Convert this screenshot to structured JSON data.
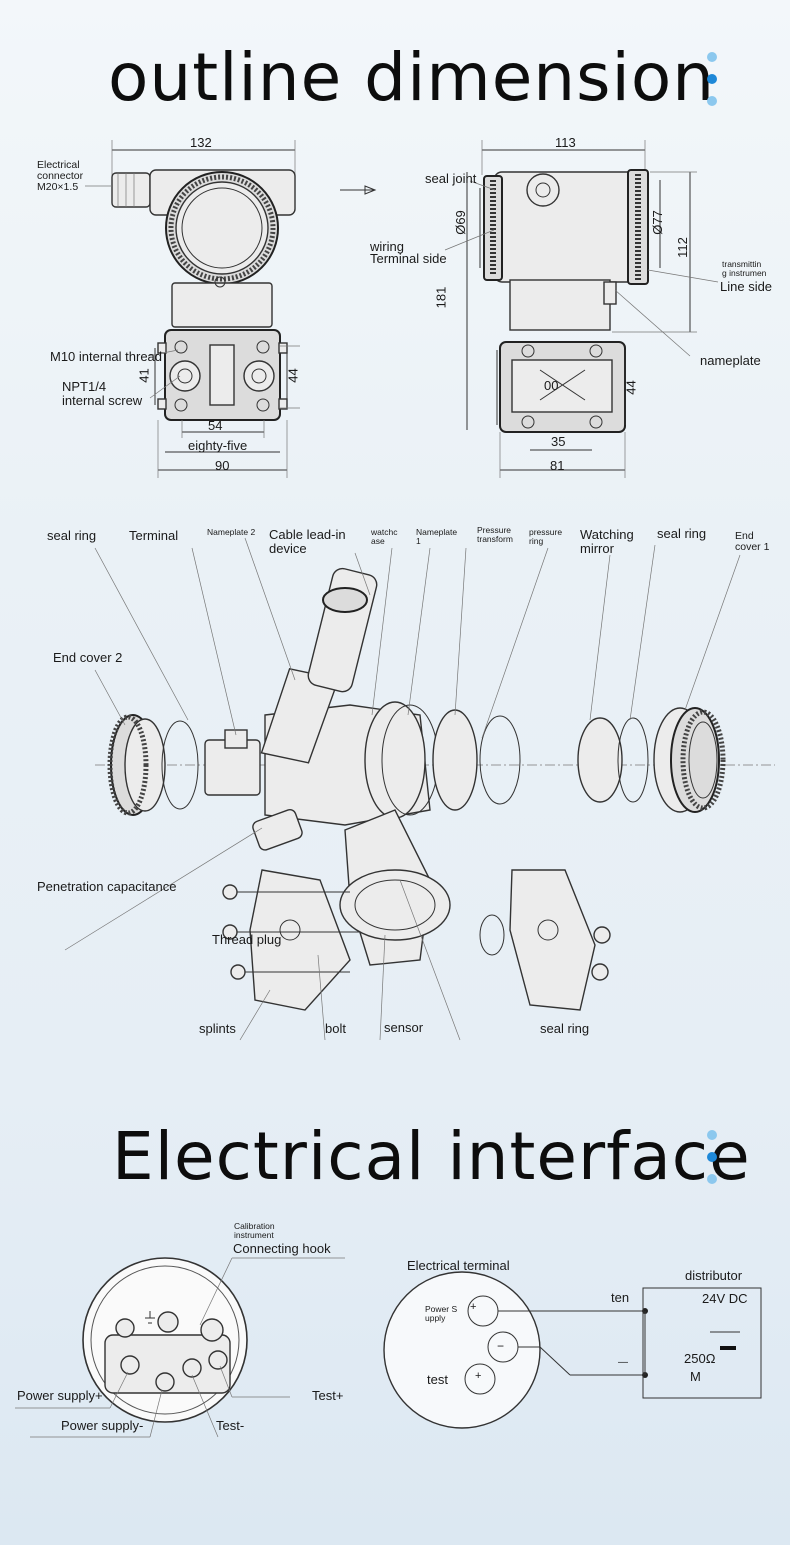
{
  "sections": {
    "outline_title": "outline dimension",
    "electrical_title": "Electrical interface"
  },
  "accent_colors": {
    "dot_light": "#8cc8ee",
    "dot_dark": "#1e88d8"
  },
  "outline": {
    "dims": {
      "w132": "132",
      "w113": "113",
      "d69": "Ø69",
      "d77": "Ø77",
      "h112": "112",
      "h181": "181",
      "h41": "41",
      "h44a": "44",
      "w54": "54",
      "w85": "eighty-five",
      "w90": "90",
      "h100": "00",
      "h44b": "44",
      "w35": "35",
      "w81": "81"
    },
    "labels": {
      "elec_conn": "Electrical\nconnector\nM20×1.5",
      "seal_joint": "seal joint",
      "wiring": "wiring",
      "terminal_side": "Terminal side",
      "transmitting": "transmittin\ng instrumen",
      "line_side": "Line side",
      "m10": "M10 internal thread",
      "npt": "NPT1/4\ninternal screw",
      "nameplate": "nameplate"
    }
  },
  "exploded": {
    "labels": {
      "seal_ring_1": "seal ring",
      "terminal": "Terminal",
      "nameplate2": "Nameplate 2",
      "cable": "Cable lead-in\ndevice",
      "watchcase": "watchc\nase",
      "nameplate1": "Nameplate\n1",
      "pressure_transform": "Pressure\ntransform",
      "pressure_ring": "pressure\nring",
      "watching_mirror": "Watching\nmirror",
      "seal_ring_2": "seal ring",
      "end_cover1": "End\ncover 1",
      "end_cover2": "End cover 2",
      "penetration": "Penetration capacitance",
      "thread_plug": "Thread plug",
      "splints": "splints",
      "bolt": "bolt",
      "sensor": "sensor",
      "seal_ring_3": "seal ring"
    }
  },
  "electrical": {
    "labels": {
      "calibration": "Calibration\ninstrument",
      "connecting_hook": "Connecting hook",
      "power_plus": "Power supply+",
      "power_minus": "Power supply-",
      "test_plus": "Test+",
      "test_minus": "Test-",
      "elec_terminal": "Electrical terminal",
      "distributor": "distributor",
      "power_supply_small": "Power S\nupply",
      "test": "test",
      "ten": "ten",
      "minus": "—",
      "v24": "24V DC",
      "ohm": "250Ω",
      "m": "M"
    }
  }
}
